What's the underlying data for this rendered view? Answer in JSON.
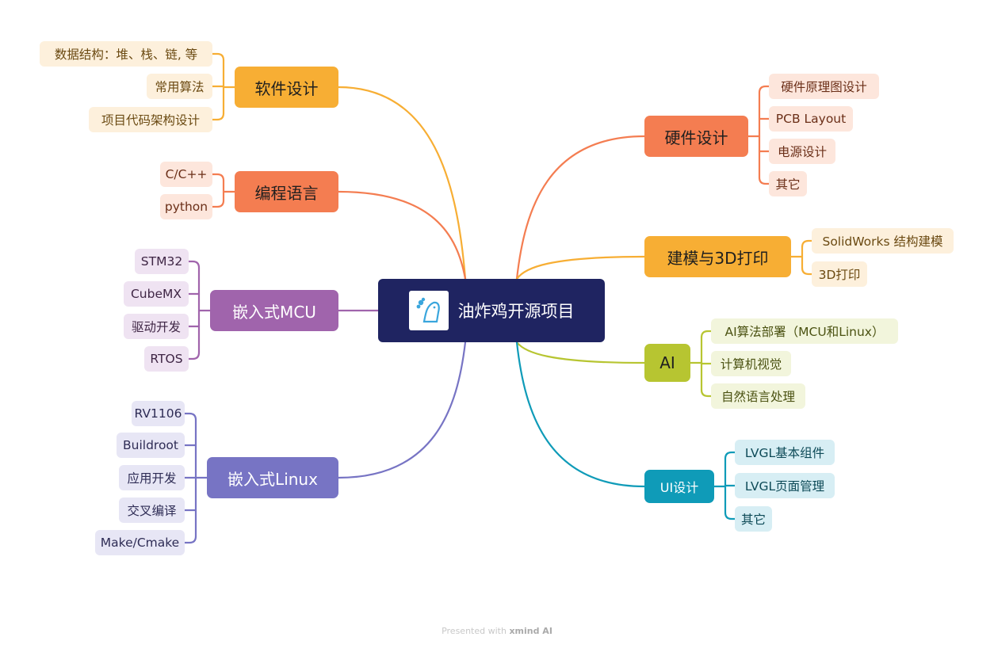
{
  "root": {
    "title": "油炸鸡开源项目",
    "icon": "chick-logo-icon"
  },
  "branches": {
    "software": {
      "label": "软件设计",
      "color": "#f7ae34",
      "leaf_bg": "#fdf0dc",
      "leaf_text": "#6b4a12",
      "items": [
        "数据结构：堆、栈、链, 等",
        "常用算法",
        "项目代码架构设计"
      ]
    },
    "language": {
      "label": "编程语言",
      "color": "#f47d51",
      "leaf_bg": "#fde6dc",
      "leaf_text": "#6b2f18",
      "items": [
        "C/C++",
        "python"
      ]
    },
    "mcu": {
      "label": "嵌入式MCU",
      "color": "#a064ac",
      "leaf_bg": "#efe3f2",
      "leaf_text": "#3f2645",
      "items": [
        "STM32",
        "CubeMX",
        "驱动开发",
        "RTOS"
      ]
    },
    "linux": {
      "label": "嵌入式Linux",
      "color": "#7774c4",
      "leaf_bg": "#e7e6f5",
      "leaf_text": "#2e2c55",
      "items": [
        "RV1106",
        "Buildroot",
        "应用开发",
        "交叉编译",
        "Make/Cmake"
      ]
    },
    "hardware": {
      "label": "硬件设计",
      "color": "#f47d51",
      "leaf_bg": "#fde6dc",
      "leaf_text": "#6b2f18",
      "items": [
        "硬件原理图设计",
        "PCB Layout",
        "电源设计",
        "其它"
      ]
    },
    "modeling": {
      "label": "建模与3D打印",
      "color": "#f7ae34",
      "leaf_bg": "#fdf0dc",
      "leaf_text": "#6b4a12",
      "items": [
        "SolidWorks 结构建模",
        "3D打印"
      ]
    },
    "ai": {
      "label": "AI",
      "color": "#b7c531",
      "leaf_bg": "#f2f5dc",
      "leaf_text": "#4b5212",
      "items": [
        "AI算法部署（MCU和Linux）",
        "计算机视觉",
        "自然语言处理"
      ]
    },
    "ui": {
      "label": "UI设计",
      "color": "#0f9bb8",
      "leaf_bg": "#d7eef4",
      "leaf_text": "#0d4a57",
      "items": [
        "LVGL基本组件",
        "LVGL页面管理",
        "其它"
      ]
    }
  },
  "footer": {
    "prefix": "Presented with",
    "brand": "xmind AI"
  }
}
